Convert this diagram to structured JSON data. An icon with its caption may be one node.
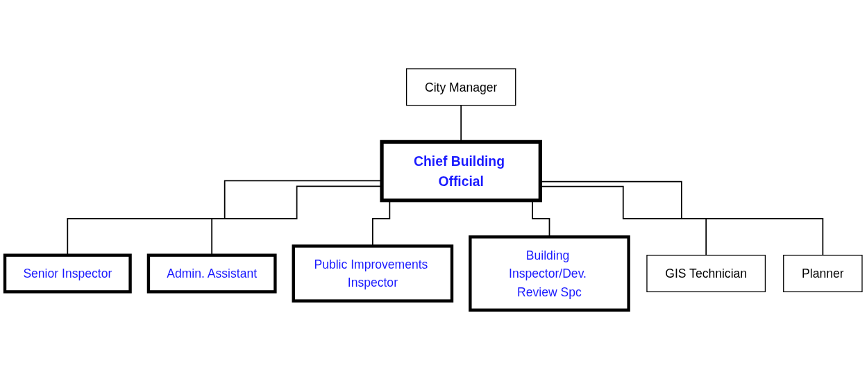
{
  "diagram": {
    "nodes": [
      {
        "text": [
          "City Manager"
        ]
      },
      {
        "text": [
          "Chief Building Official"
        ]
      },
      {
        "text": [
          "Senior Inspector"
        ]
      },
      {
        "text": [
          "Admin. Assistant"
        ]
      },
      {
        "text": [
          "Public Improvements Inspector"
        ]
      },
      {
        "text": [
          "Building Inspector/Dev. Review Spc"
        ]
      },
      {
        "text": [
          "GIS Technician"
        ]
      },
      {
        "text": [
          "Planner"
        ]
      }
    ],
    "edges": [
      {
        "from": 0,
        "to": 1,
        "arrow": "none"
      },
      {
        "from": 1,
        "to": 2,
        "arrow": "none"
      },
      {
        "from": 1,
        "to": 3,
        "arrow": "none"
      },
      {
        "from": 1,
        "to": 4,
        "arrow": "none"
      },
      {
        "from": 1,
        "to": 5,
        "arrow": "none"
      },
      {
        "from": 1,
        "to": 6,
        "arrow": "none"
      },
      {
        "from": 1,
        "to": 7,
        "arrow": "none"
      }
    ]
  }
}
